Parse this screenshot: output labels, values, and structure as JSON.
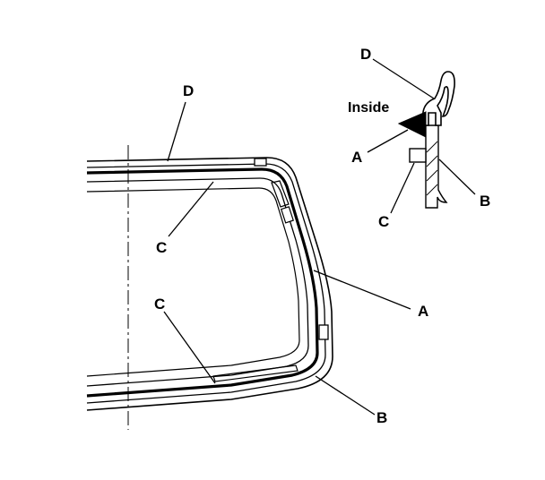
{
  "labels": {
    "main_top_D": "D",
    "main_upper_C": "C",
    "main_lower_C": "C",
    "main_A": "A",
    "main_B": "B",
    "detail_D": "D",
    "detail_inside": "Inside",
    "detail_A": "A",
    "detail_B": "B",
    "detail_C": "C"
  },
  "colors": {
    "line": "#000000",
    "background": "#ffffff"
  }
}
